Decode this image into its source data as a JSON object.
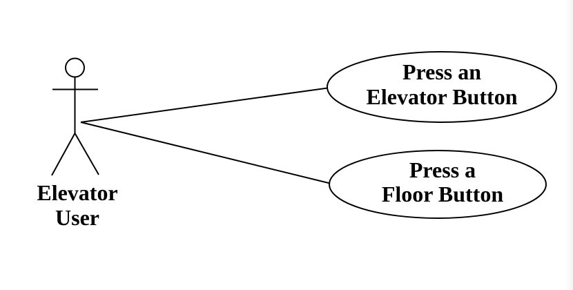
{
  "diagram": {
    "type": "uml-use-case-diagram",
    "colors": {
      "background": "#ffffff",
      "stroke": "#000000",
      "text": "#000000",
      "page_edge_shade": "#f4f4f4"
    },
    "actor": {
      "name": "Elevator User",
      "label_lines": [
        "Elevator",
        "User"
      ]
    },
    "use_cases": [
      {
        "id": "press-elevator-button",
        "name": "Press an Elevator Button",
        "label_lines": [
          "Press an",
          "Elevator Button"
        ]
      },
      {
        "id": "press-floor-button",
        "name": "Press a Floor Button",
        "label_lines": [
          "Press a",
          "Floor Button"
        ]
      }
    ],
    "associations": [
      {
        "from": "Elevator User",
        "to": "Press an Elevator Button"
      },
      {
        "from": "Elevator User",
        "to": "Press a Floor Button"
      }
    ]
  }
}
